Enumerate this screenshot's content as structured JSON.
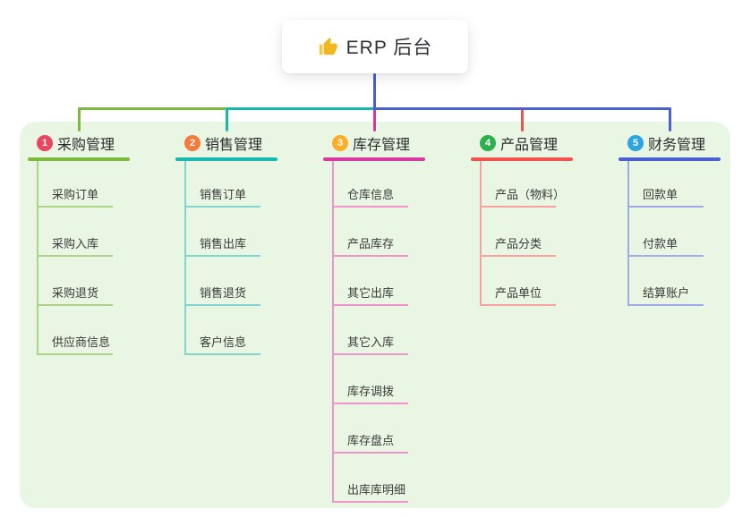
{
  "root": {
    "title": "ERP 后台",
    "icon": "thumbs-up-icon"
  },
  "colors": {
    "page_background": "#ffffff",
    "panel_background": "#e9f6e3",
    "root_stub": "#4a5fd0",
    "icon_gold": "#f2b61e"
  },
  "branches": [
    {
      "num": "1",
      "label": "采购管理",
      "badge_color": "#e9455e",
      "line_color": "#7cba3d",
      "child_line_color": "#abd488",
      "children": [
        "采购订单",
        "采购入库",
        "采购退货",
        "供应商信息"
      ]
    },
    {
      "num": "2",
      "label": "销售管理",
      "badge_color": "#f57a3c",
      "line_color": "#19b8ae",
      "child_line_color": "#7fd6cd",
      "children": [
        "销售订单",
        "销售出库",
        "销售退货",
        "客户信息"
      ]
    },
    {
      "num": "3",
      "label": "库存管理",
      "badge_color": "#fcae2a",
      "line_color": "#d63a9e",
      "child_line_color": "#ef93cb",
      "children": [
        "仓库信息",
        "产品库存",
        "其它出库",
        "其它入库",
        "库存调拨",
        "库存盘点",
        "出库库明细"
      ]
    },
    {
      "num": "4",
      "label": "产品管理",
      "badge_color": "#2db150",
      "line_color": "#f4524e",
      "child_line_color": "#f9a29d",
      "children": [
        "产品（物料）",
        "产品分类",
        "产品单位"
      ]
    },
    {
      "num": "5",
      "label": "财务管理",
      "badge_color": "#2aa5e1",
      "line_color": "#4a5fd0",
      "child_line_color": "#9dabe6",
      "children": [
        "回款单",
        "付款单",
        "结算账户"
      ]
    }
  ]
}
